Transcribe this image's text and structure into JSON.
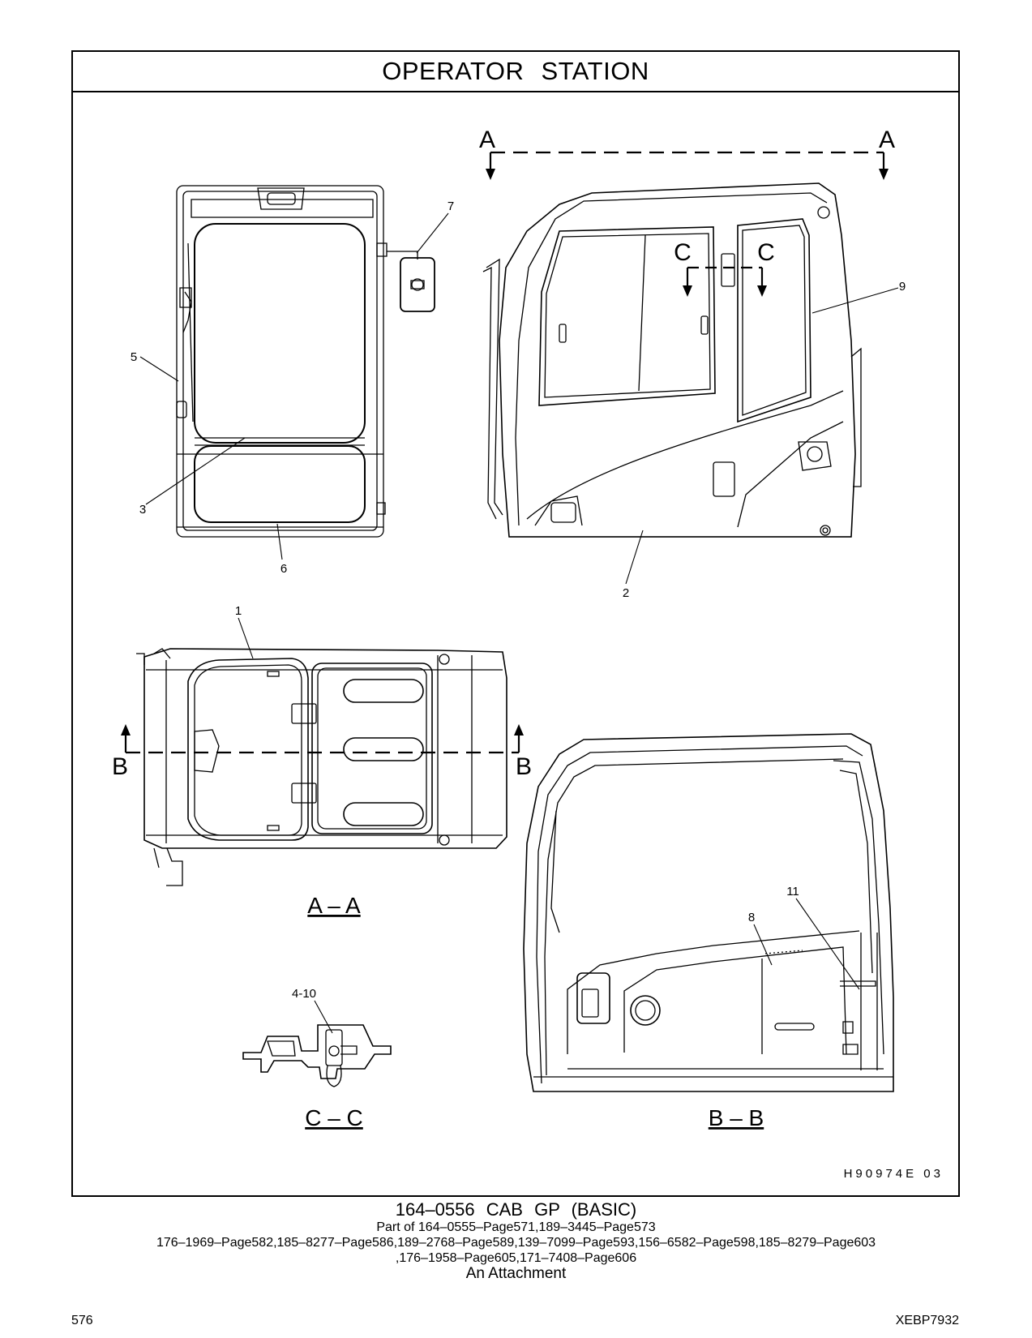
{
  "header": {
    "title": "OPERATOR   STATION"
  },
  "section_arrows": {
    "a_left": "A",
    "a_right": "A",
    "b_left": "B",
    "b_right": "B",
    "c_left": "C",
    "c_right": "C"
  },
  "view_titles": {
    "aa": "A – A",
    "bb": "B – B",
    "cc": "C – C"
  },
  "callouts": {
    "c1": "1",
    "c2": "2",
    "c3": "3",
    "c4_10": "4-10",
    "c5": "5",
    "c6": "6",
    "c7": "7",
    "c8": "8",
    "c9": "9",
    "c11": "11"
  },
  "diagram_code": "H90974E    03",
  "caption": {
    "title": "164‒0556   CAB  GP (BASIC)",
    "line1": "Part of 164‒0555‒Page571,189‒3445‒Page573",
    "line2": "176‒1969‒Page582,185‒8277‒Page586,189‒2768‒Page589,139‒7099‒Page593,156‒6582‒Page598,185‒8279‒Page603",
    "line3": ",176‒1958‒Page605,171‒7408‒Page606",
    "line4": "An Attachment"
  },
  "footer": {
    "page_number": "576",
    "doc_code": "XEBP7932"
  }
}
